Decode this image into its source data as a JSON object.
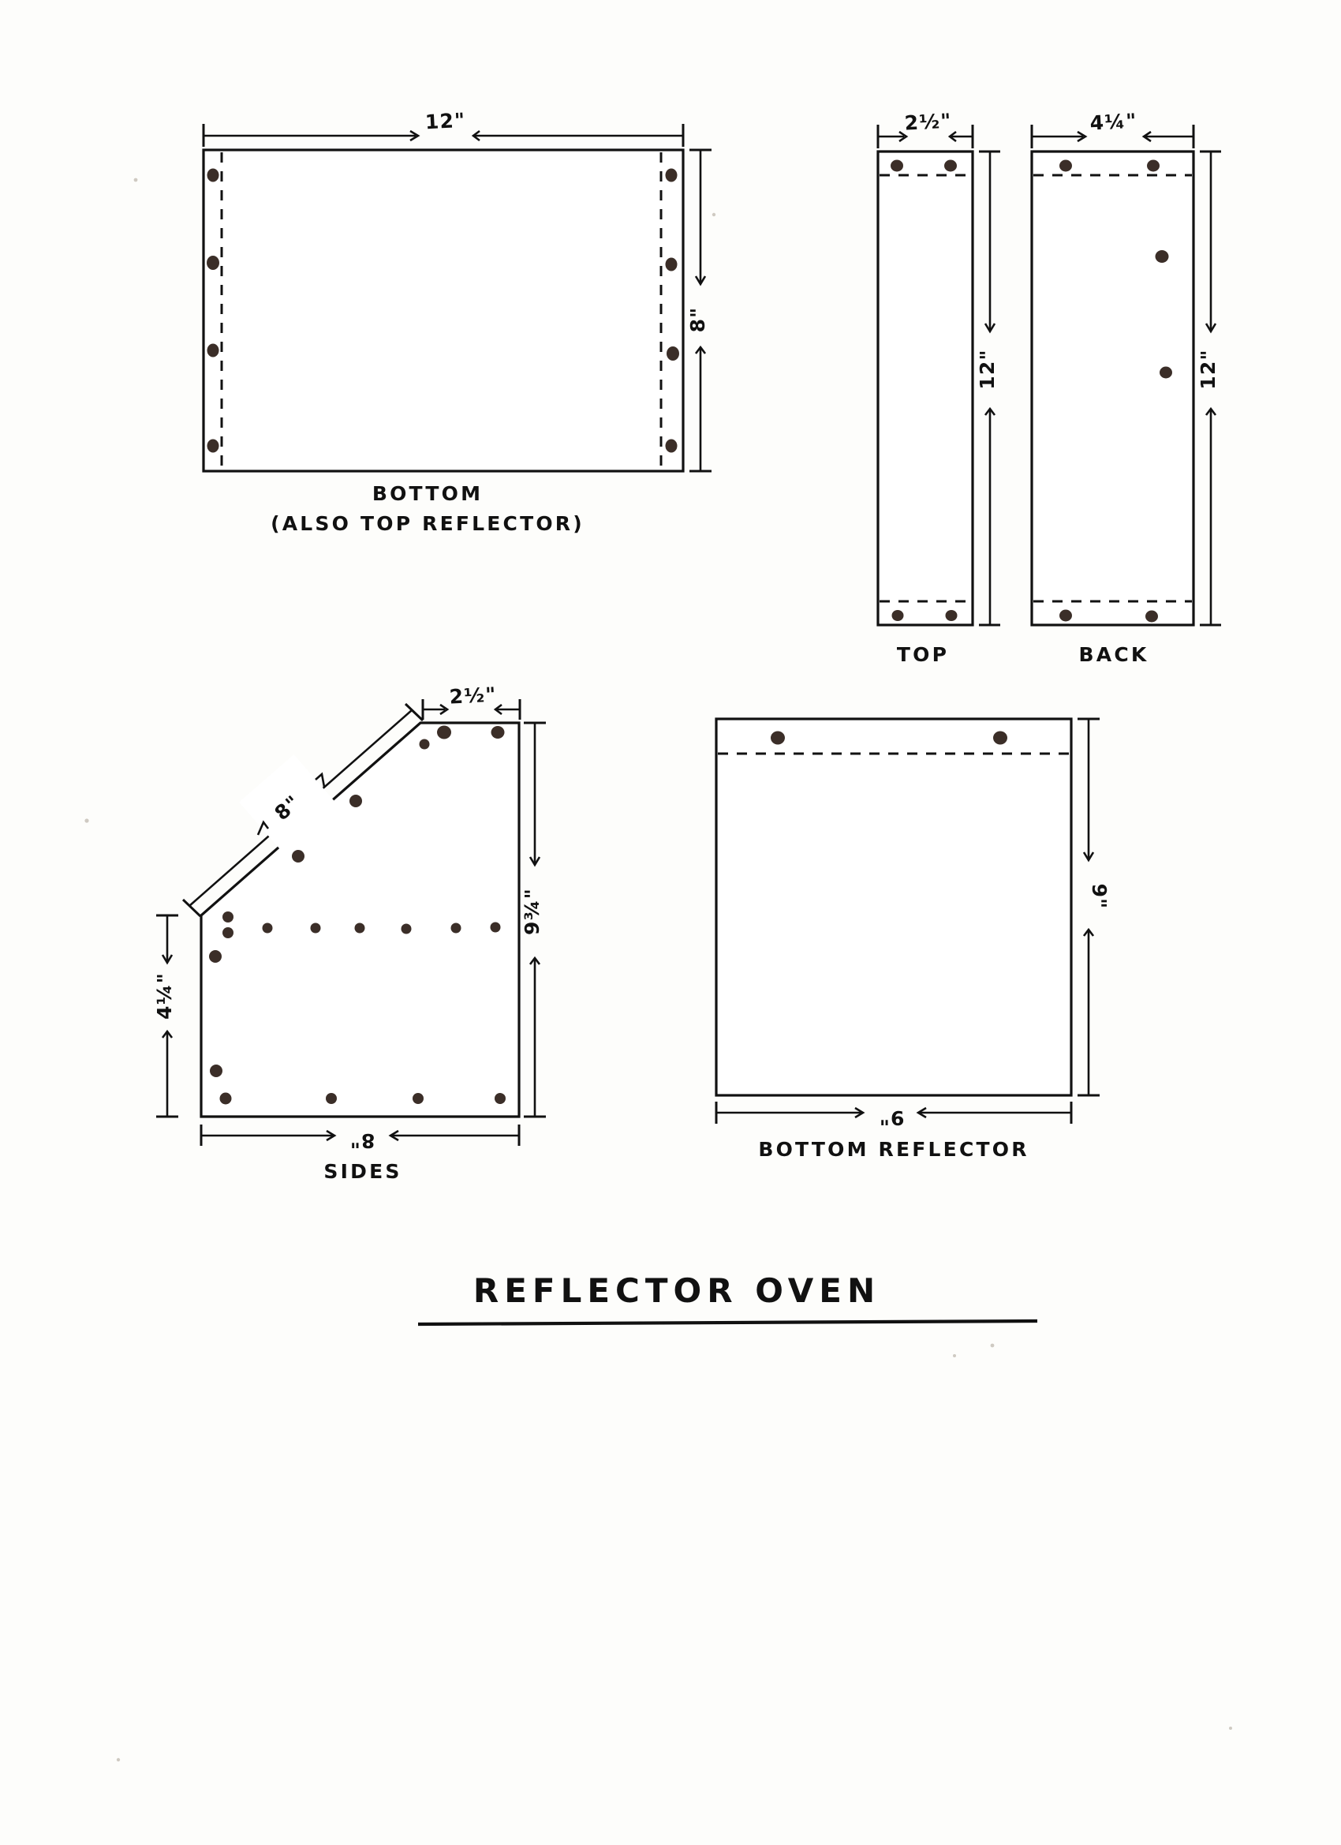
{
  "document": {
    "title": "REFLECTOR OVEN",
    "kind": "hand-drawn sheet-metal cut pattern",
    "background_color": "#fdfdfb",
    "ink_color": "#111111",
    "rivet_color": "#3b2e28"
  },
  "panels": [
    {
      "id": "bottom",
      "caption_line1": "BOTTOM",
      "caption_line2": "(ALSO TOP REFLECTOR)",
      "shape": "rectangle",
      "width_label": "12\"",
      "height_label": "8\"",
      "fold_lines": 2,
      "fold_orientation": "vertical",
      "rivets_per_fold": 4,
      "total_rivets": 8
    },
    {
      "id": "top",
      "caption_line1": "TOP",
      "caption_line2": "",
      "shape": "rectangle",
      "width_label": "2½\"",
      "height_label": "12\"",
      "fold_lines": 2,
      "fold_orientation": "horizontal",
      "rivets_per_fold": 2,
      "total_rivets": 4
    },
    {
      "id": "back",
      "caption_line1": "BACK",
      "caption_line2": "",
      "shape": "rectangle",
      "width_label": "4¼\"",
      "height_label": "12\"",
      "fold_lines": 2,
      "fold_orientation": "horizontal",
      "rivets_per_fold": 2,
      "total_rivets": 6,
      "extra_rivets_note": "two additional rivets along right edge"
    },
    {
      "id": "sides",
      "caption_line1": "SIDES",
      "caption_line2": "",
      "shape": "pentagon",
      "top_label": "2½\"",
      "diagonal_label": "8\"",
      "right_height_label": "9¾\"",
      "left_height_label": "4¼\"",
      "bottom_label": "8\"",
      "fold_lines": 0,
      "total_rivets": 20
    },
    {
      "id": "bottom-reflector",
      "caption_line1": "BOTTOM REFLECTOR",
      "caption_line2": "",
      "shape": "rectangle",
      "width_label": "9\"",
      "height_label": "9\"",
      "fold_lines": 1,
      "fold_orientation": "horizontal",
      "rivets_per_fold": 2,
      "total_rivets": 2
    }
  ],
  "dimensions": {
    "bottom_width": "12\"",
    "bottom_height": "8\"",
    "top_width": "2½\"",
    "top_height": "12\"",
    "back_width": "4¼\"",
    "back_height": "12\"",
    "sides_top": "2½\"",
    "sides_diagonal": "8\"",
    "sides_right": "9¾\"",
    "sides_left": "4¼\"",
    "sides_bottom": "8\"",
    "reflector_width": "9\"",
    "reflector_height": "9\""
  },
  "captions": {
    "bottom_1": "BOTTOM",
    "bottom_2": "(ALSO TOP REFLECTOR)",
    "top": "TOP",
    "back": "BACK",
    "sides": "SIDES",
    "bottom_reflector": "BOTTOM REFLECTOR"
  }
}
